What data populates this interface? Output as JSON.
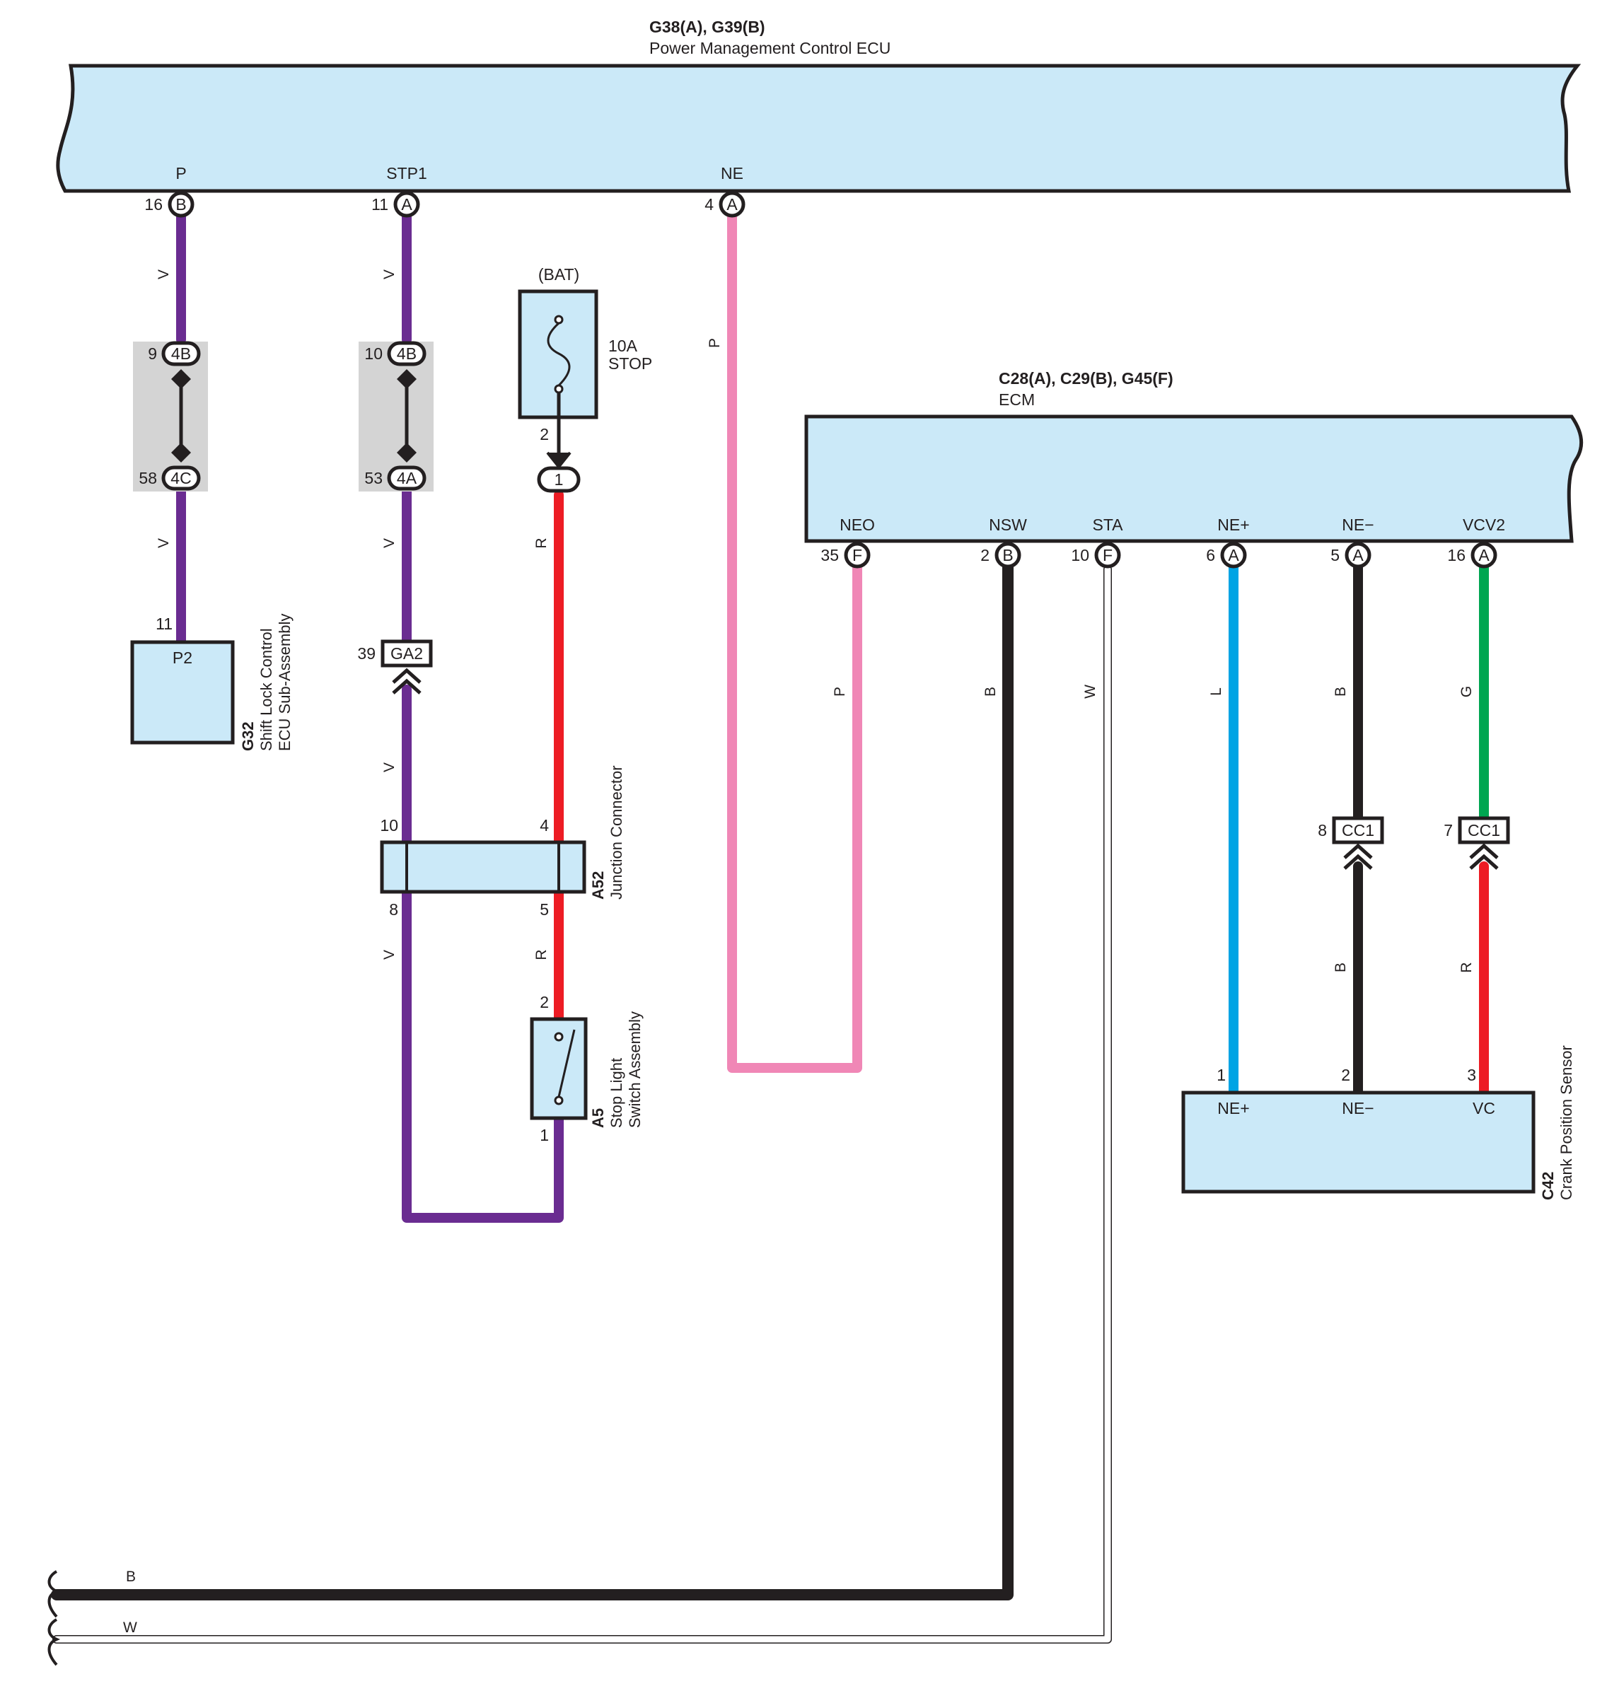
{
  "colors": {
    "V": "#6a2c91",
    "P": "#f087b6",
    "R": "#ed1c24",
    "B": "#231f20",
    "W": "#ffffff",
    "L": "#00a4e4",
    "G": "#00a651",
    "component_fill": "#cbe9f8",
    "connector_bg": "#d4d4d4"
  },
  "pm_ecu": {
    "connectors": "G38(A), G39(B)",
    "name": "Power Management Control ECU",
    "terminals": [
      {
        "label": "P",
        "pin": "16",
        "conn": "B"
      },
      {
        "label": "STP1",
        "pin": "11",
        "conn": "A"
      },
      {
        "label": "NE",
        "pin": "4",
        "conn": "A"
      }
    ]
  },
  "ecm": {
    "connectors": "C28(A), C29(B), G45(F)",
    "name": "ECM",
    "terminals": [
      {
        "label": "NEO",
        "pin": "35",
        "conn": "F"
      },
      {
        "label": "NSW",
        "pin": "2",
        "conn": "B"
      },
      {
        "label": "STA",
        "pin": "10",
        "conn": "F"
      },
      {
        "label": "NE+",
        "pin": "6",
        "conn": "A"
      },
      {
        "label": "NE−",
        "pin": "5",
        "conn": "A"
      },
      {
        "label": "VCV2",
        "pin": "16",
        "conn": "A"
      }
    ]
  },
  "fuse": {
    "source": "(BAT)",
    "rating": "10A",
    "name": "STOP",
    "out_pin": "2",
    "in_pin": "1"
  },
  "inline_connectors": {
    "p_top": {
      "pin": "9",
      "id": "4B"
    },
    "p_bottom": {
      "pin": "58",
      "id": "4C"
    },
    "stp_top": {
      "pin": "10",
      "id": "4B"
    },
    "stp_bottom": {
      "pin": "53",
      "id": "4A"
    },
    "ga2": {
      "pin": "39",
      "id": "GA2"
    },
    "cc1_ne": {
      "pin": "8",
      "id": "CC1"
    },
    "cc1_vc": {
      "pin": "7",
      "id": "CC1"
    }
  },
  "g32": {
    "id": "G32",
    "name_line1": "Shift Lock Control",
    "name_line2": "ECU Sub-Assembly",
    "terminal": "P2",
    "pin": "11"
  },
  "a52": {
    "id": "A52",
    "name": "Junction Connector",
    "pins": {
      "tl": "10",
      "tr": "4",
      "bl": "8",
      "br": "5"
    }
  },
  "a5": {
    "id": "A5",
    "name_line1": "Stop Light",
    "name_line2": "Switch Assembly",
    "pin_top": "2",
    "pin_bottom": "1"
  },
  "c42": {
    "id": "C42",
    "name": "Crank Position Sensor",
    "terminals": [
      {
        "label": "NE+",
        "pin": "1"
      },
      {
        "label": "NE−",
        "pin": "2"
      },
      {
        "label": "VC",
        "pin": "3"
      }
    ]
  },
  "wire_labels": {
    "p_upper": "V",
    "p_lower": "V",
    "stp_upper": "V",
    "stp_mid": "V",
    "stp_low": "V",
    "stp_bottom": "V",
    "fuse_r": "R",
    "a5_r": "R",
    "ne_p": "P",
    "neo_p": "P",
    "nsw_b": "B",
    "sta_w": "W",
    "nep_l": "L",
    "nem_b_upper": "B",
    "nem_b_lower": "B",
    "vc_g": "G",
    "vc_r": "R",
    "bottom_b": "B",
    "bottom_w": "W"
  }
}
